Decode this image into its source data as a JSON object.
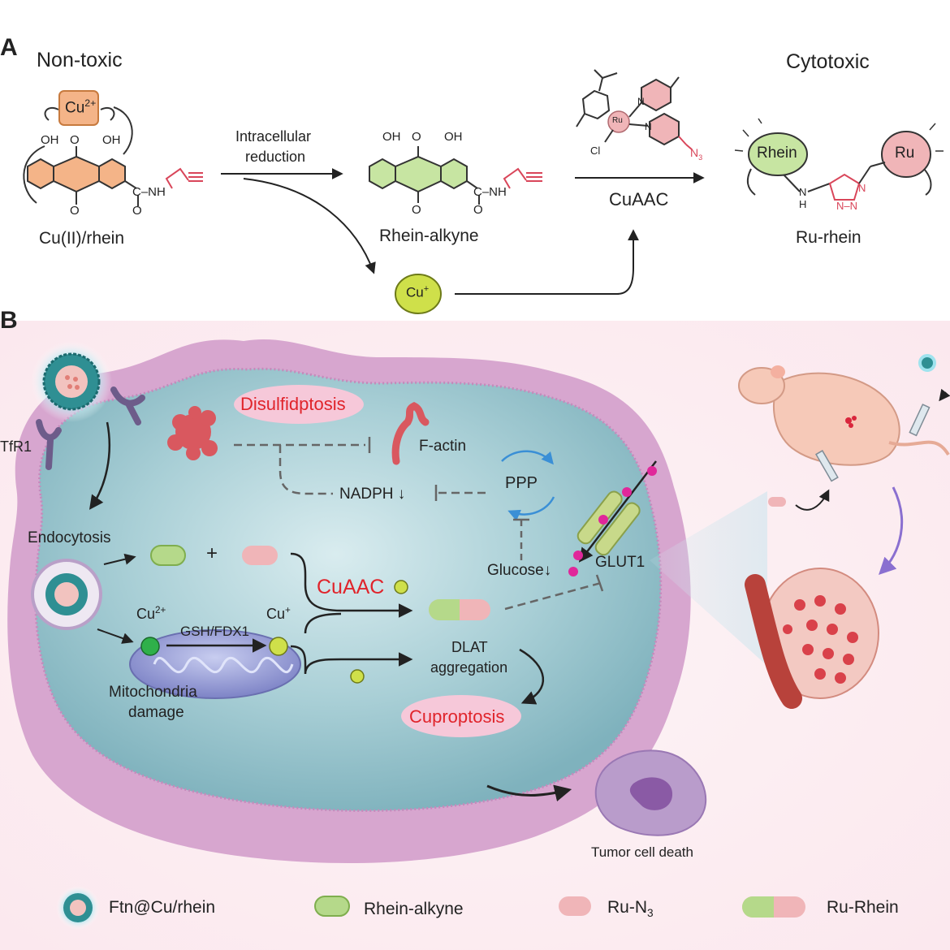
{
  "panel_a": {
    "label": "A",
    "non_toxic": "Non-toxic",
    "cytotoxic": "Cytotoxic",
    "cu2_box": "Cu",
    "cu2_charge": "2+",
    "oh": "OH",
    "o": "O",
    "nh": "NH",
    "c_nh": "C–NH",
    "cl": "Cl",
    "ru_small": "Ru",
    "n": "N",
    "n3_n": "N",
    "n3_sub": "3",
    "h": "H",
    "nn": "N–N",
    "cu_rhein": "Cu(II)/rhein",
    "reduction_1": "Intracellular",
    "reduction_2": "reduction",
    "rhein_alkyne": "Rhein-alkyne",
    "cuaac": "CuAAC",
    "cu_plus": "Cu",
    "cu_plus_charge": "+",
    "rhein_bubble": "Rhein",
    "ru_bubble": "Ru",
    "ru_rhein": "Ru-rhein"
  },
  "panel_b": {
    "label": "B",
    "tfr1": "TfR1",
    "disulfidptosis": "Disulfidptosis",
    "f_actin": "F-actin",
    "nadph": "NADPH",
    "ppp": "PPP",
    "glucose": "Glucose",
    "glut1": "GLUT1",
    "endocytosis": "Endocytosis",
    "plus": "+",
    "cuaac": "CuAAC",
    "cu2": "Cu",
    "cu2_charge": "2+",
    "gsh_fdx1": "GSH/FDX1",
    "cu_plus": "Cu",
    "cu_plus_charge": "+",
    "mito_1": "Mitochondria",
    "mito_2": "damage",
    "dlat_1": "DLAT",
    "dlat_2": "aggregation",
    "cuproptosis": "Cuproptosis",
    "tumor_death": "Tumor cell death"
  },
  "legend": [
    {
      "label": "Ftn@Cu/rhein"
    },
    {
      "label": "Rhein-alkyne"
    },
    {
      "label_main": "Ru-N",
      "label_sub": "3"
    },
    {
      "label": "Ru-Rhein"
    }
  ],
  "colors": {
    "accent_red": "#e0242b",
    "cell_interior": "#a8cfd6",
    "membrane": "#d7a6cf",
    "rhein_green": "#b5d98a",
    "ru_pink": "#f0b5b8",
    "cu_yellow": "#cfe04a",
    "cu2_green": "#2fb04a",
    "anthraquinone_orange": "#f4b488"
  }
}
